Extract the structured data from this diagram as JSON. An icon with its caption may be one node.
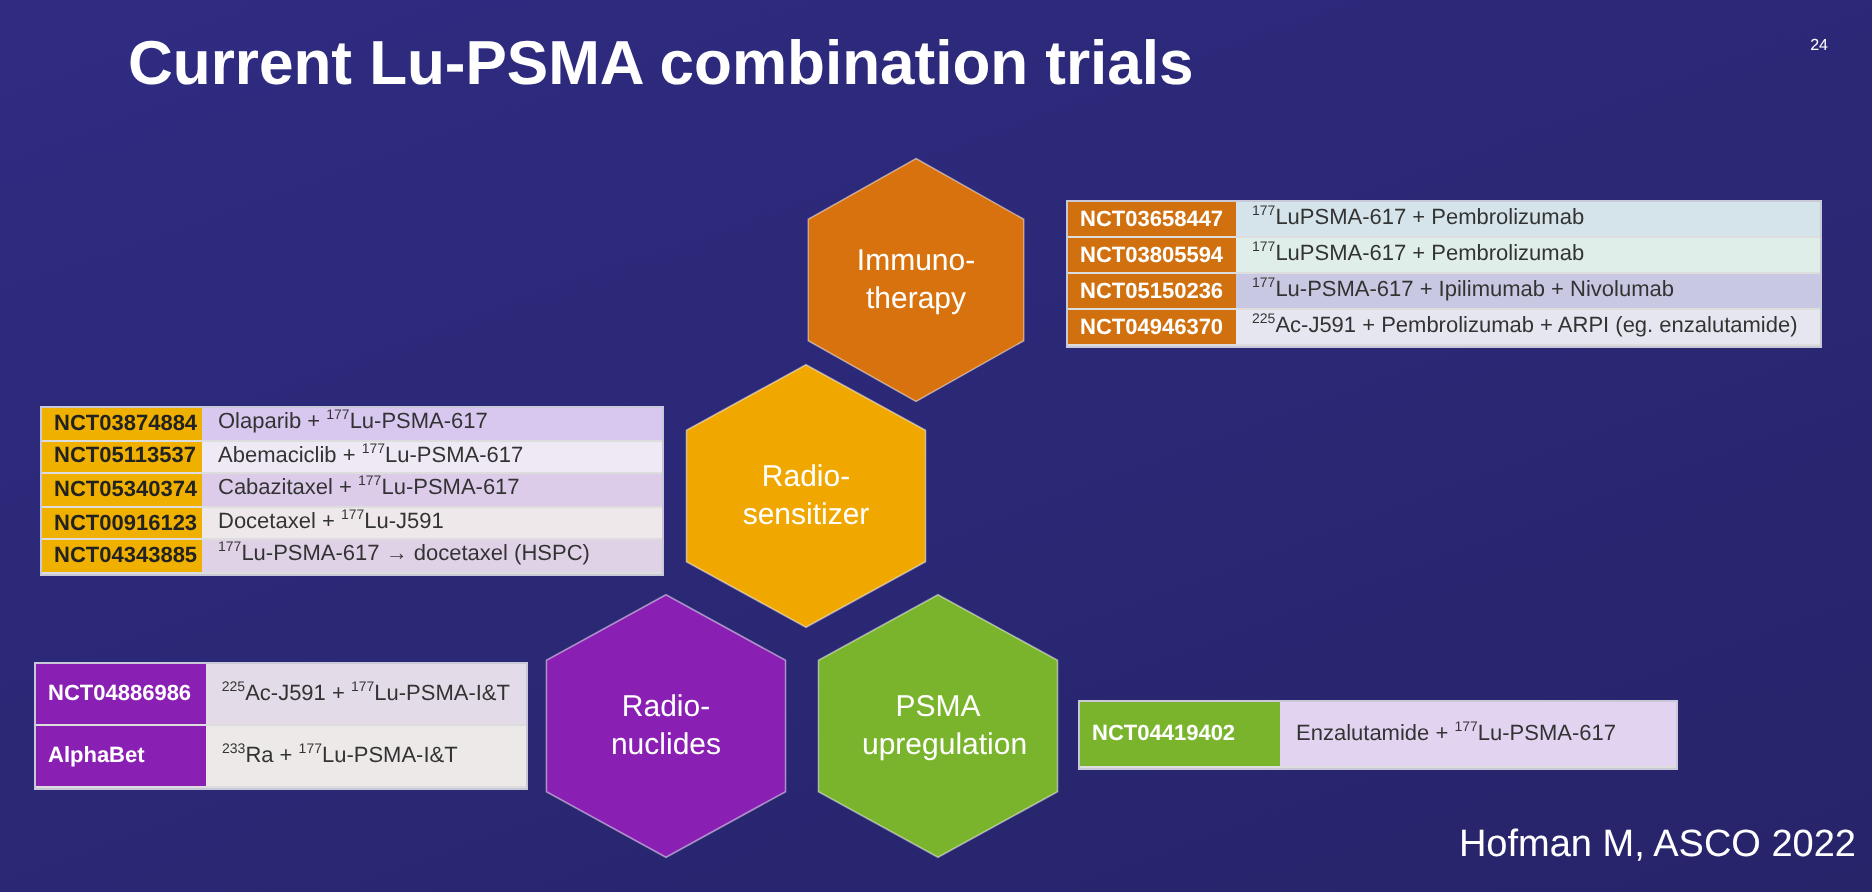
{
  "diagram": {
    "title": "Current Lu-PSMA combination trials",
    "nodes": [
      {
        "text": [
          "Immuno-therapy"
        ]
      },
      {
        "text": [
          "Radio-sensitizer"
        ]
      },
      {
        "text": [
          "Radio-nuclides"
        ]
      },
      {
        "text": [
          "PSMA upregulation"
        ]
      }
    ],
    "labels": [
      "24",
      "NCT03658447",
      "$^{177}$LuPSMA-617 + Pembrolizumab",
      "NCT03805594",
      "$^{177}$LuPSMA-617 + Pembrolizumab",
      "NCT05150236",
      "$^{177}$Lu-PSMA-617 + Ipilimumab + Nivolumab",
      "NCT04946370",
      "$^{225}$Ac-J591 + Pembrolizumab + ARPI (eg. enzalutamide)",
      "NCT03874884",
      "Olaparib + $^{177}$Lu-PSMA-617",
      "NCT05113537",
      "Abemaciclib + $^{177}$Lu-PSMA-617",
      "NCT05340374",
      "Cabazitaxel + $^{177}$Lu-PSMA-617",
      "NCT00916123",
      "Docetaxel + $^{177}$Lu-J591",
      "NCT04343885",
      "$^{177}$Lu-PSMA-617 → docetaxel (HSPC)",
      "NCT04886986",
      "$^{225}$Ac-J591 + $^{177}$Lu-PSMA-I&T",
      "AlphaBet",
      "$^{233}$Ra + $^{177}$Lu-PSMA-I&T",
      "NCT04419402",
      "Enzalutamide + $^{177}$Lu-PSMA-617",
      "Hofman M, ASCO 2022"
    ]
  }
}
